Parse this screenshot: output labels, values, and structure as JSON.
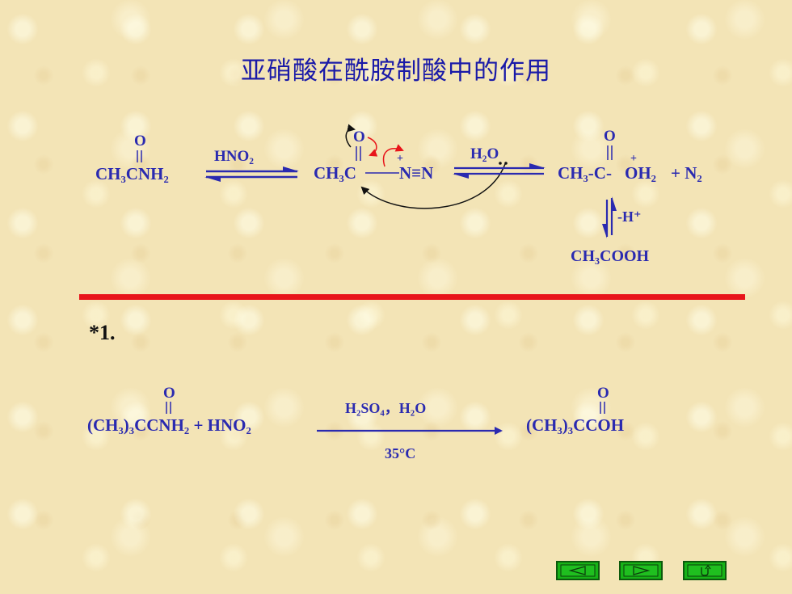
{
  "title": "亚硝酸在酰胺制酸中的作用",
  "reaction1": {
    "reactant": "CH₃CNH₂",
    "reagent": "HNO₂",
    "intermediate_left": "CH₃C",
    "intermediate_right": "N≡N",
    "water": "H₂O",
    "product_left": "CH₃-C-",
    "product_oh": "OH₂",
    "plus_n2": "+ N₂",
    "deprotonation": "-H⁺",
    "final_product": "CH₃COOH",
    "oxygen": "O",
    "charge": "+"
  },
  "divider_color": "#e8141a",
  "example": {
    "label": "*1.",
    "reactant": "(CH₃)₃CCNH₂ + HNO₂",
    "conditions_top": "H₂SO₄，H₂O",
    "conditions_bottom": "35°C",
    "product": "(CH₃)₃CCOH",
    "oxygen": "O"
  },
  "nav": {
    "prev_icon": "triangle-left-icon",
    "next_icon": "triangle-right-icon",
    "return_icon": "return-arrow-icon",
    "button_color": "#17b317"
  }
}
